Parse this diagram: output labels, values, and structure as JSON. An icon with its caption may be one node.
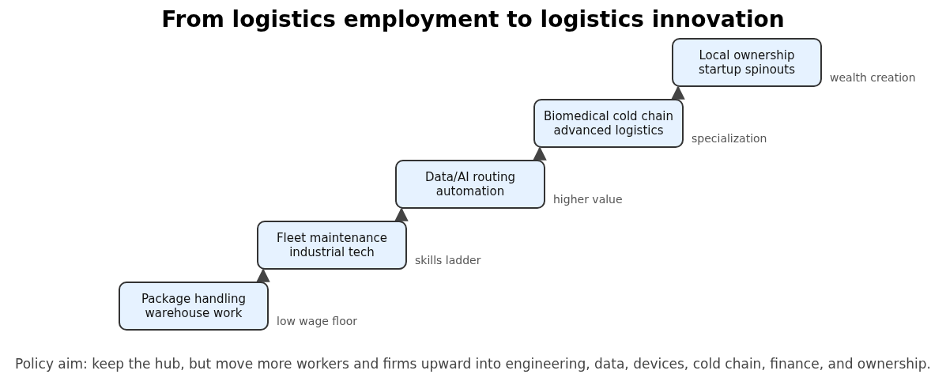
{
  "diagram": {
    "title": "From logistics employment to logistics innovation",
    "caption": "Policy aim: keep the hub, but move more workers and firms upward into engineering, data, devices, cold chain, finance, and ownership.",
    "nodes": [
      {
        "text": [
          "Package handling warehouse work"
        ],
        "beside": [
          "low wage floor"
        ]
      },
      {
        "text": [
          "Fleet maintenance industrial tech"
        ],
        "beside": [
          "skills ladder"
        ]
      },
      {
        "text": [
          "Data/AI routing automation"
        ],
        "beside": [
          "higher value"
        ]
      },
      {
        "text": [
          "Biomedical cold chain advanced logistics"
        ],
        "beside": [
          "specialization"
        ]
      },
      {
        "text": [
          "Local ownership startup spinouts"
        ],
        "beside": [
          "wealth creation"
        ]
      }
    ],
    "edges": [
      {
        "from": 0,
        "to": 1,
        "arrow": "to"
      },
      {
        "from": 1,
        "to": 2,
        "arrow": "to"
      },
      {
        "from": 2,
        "to": 3,
        "arrow": "to"
      },
      {
        "from": 3,
        "to": 4,
        "arrow": "to"
      }
    ]
  }
}
